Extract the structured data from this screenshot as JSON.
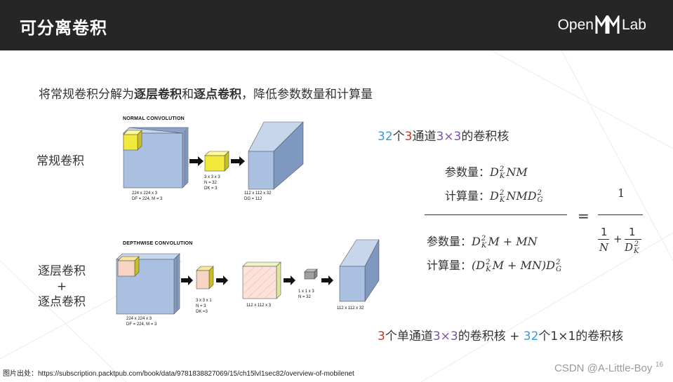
{
  "header": {
    "title": "可分离卷积",
    "logo_open": "Open",
    "logo_lab": "Lab"
  },
  "subtitle": {
    "prefix": "将常规卷积分解为",
    "bold1": "逐层卷积",
    "mid": "和",
    "bold2": "逐点卷积",
    "suffix": "，降低参数数量和计算量"
  },
  "labels": {
    "normal": "常规卷积",
    "dw_line1": "逐层卷积",
    "dw_line2": "+",
    "dw_line3": "逐点卷积"
  },
  "normal_diagram": {
    "title": "NORMAL CONVOLUTION",
    "input_caption": "224 x 224 x 3\nDF = 224, M = 3",
    "kernel_caption": "3 x 3 x 3\nN = 32\nDK = 3",
    "output_caption": "112 x 112 x 32\nDG = 112"
  },
  "depthwise_diagram": {
    "title": "DEPTHWISE CONVOLUTION",
    "input_caption": "224 x 224 x 3\nDF = 224, M = 3",
    "kernel_caption": "3 x 3 x 1\nN = 3\nDK =3",
    "mid_caption": "112 x 112 x 3",
    "pw_caption": "1 x 1 x 3\nN = 32",
    "output_caption": "112 x 112 x 32"
  },
  "kernel_desc_top": {
    "n1": "32",
    "t1": "个",
    "n2": "3",
    "t2": "通道",
    "n3": "3×3",
    "t3": "的卷积核"
  },
  "formula": {
    "num_params_label": "参数量：",
    "num_compute_label": "计算量：",
    "den_params_label": "参数量：",
    "den_compute_label": "计算量：",
    "equals": "=",
    "rhs_numerator": "1",
    "rhs_den_1": "1",
    "rhs_den_N": "N",
    "rhs_plus": "+",
    "rhs_den_2": "1"
  },
  "kernel_desc_bottom": {
    "n1": "3",
    "t1": "个单通道",
    "n2": "3×3",
    "t2": "的卷积核 + ",
    "n3": "32",
    "t3": "个1×1的卷积核"
  },
  "footer": {
    "source": "图片出处：https://subscription.packtpub.com/book/data/9781838827069/15/ch15lvl1sec82/overview-of-mobilenet",
    "watermark": "CSDN @A-Little-Boy",
    "page": "16"
  },
  "colors": {
    "header_bg": "#262626",
    "cube_blue": "#a9c0e0",
    "kernel_yellow": "#f2ea3a",
    "pink": "#f7d3c4",
    "num_blue": "#3a9ad1",
    "num_red": "#c0392b",
    "num_purple": "#7a54a8"
  },
  "icons": [
    "openmmlab-logo",
    "arrow-right-icon"
  ]
}
